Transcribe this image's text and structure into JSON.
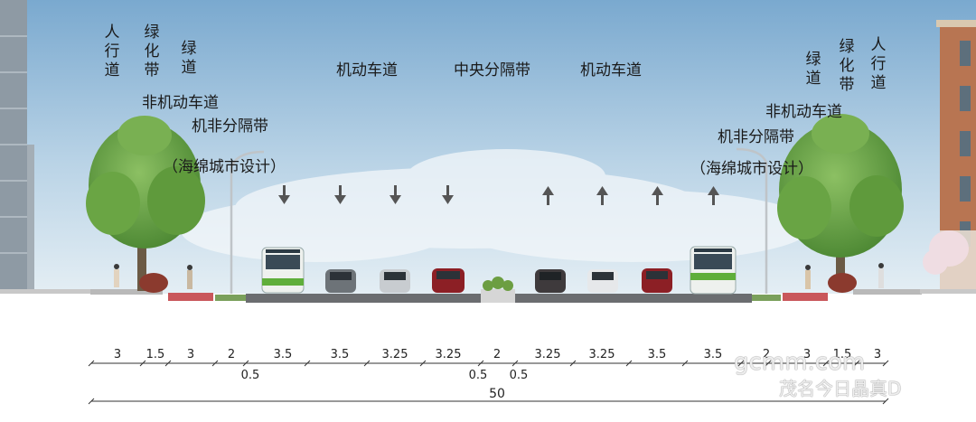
{
  "labels": {
    "left_sidewalk": "人行道",
    "left_green_belt": "绿化带",
    "left_green_lane": "绿道",
    "left_nonmotor": "非机动车道",
    "left_separator": "机非分隔带",
    "left_sponge": "（海绵城市设计）",
    "motor_lane_left": "机动车道",
    "median": "中央分隔带",
    "motor_lane_right": "机动车道",
    "right_green_lane": "绿道",
    "right_green_belt": "绿化带",
    "right_sidewalk": "人行道",
    "right_nonmotor": "非机动车道",
    "right_separator": "机非分隔带",
    "right_sponge": "（海绵城市设计）"
  },
  "dimensions": {
    "widths": [
      "3",
      "1.5",
      "3",
      "2",
      "3.5",
      "3.5",
      "3.25",
      "3.25",
      "2",
      "3.25",
      "3.25",
      "3.5",
      "3.5",
      "2",
      "3",
      "1.5",
      "3"
    ],
    "separators": [
      "0.5",
      "0.5",
      "0.5"
    ],
    "total": "50"
  },
  "watermark": {
    "site": "gcmm.com",
    "account": "茂名今日晶真D"
  },
  "colors": {
    "sky_top": "#7aa9cf",
    "sky_bottom": "#dce9f2",
    "road": "#6b6d70",
    "bike_lane": "#c9575b",
    "tree": "#5d9a3c"
  }
}
